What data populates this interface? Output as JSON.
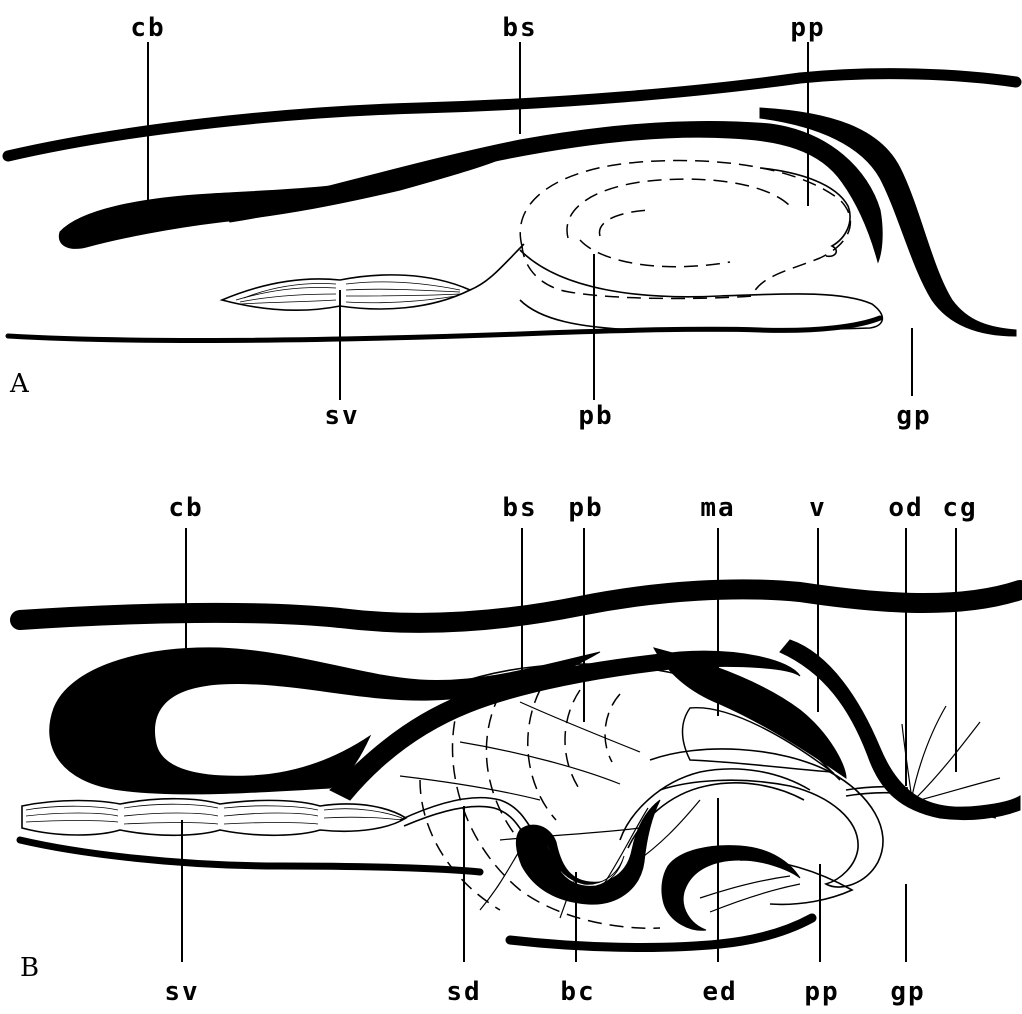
{
  "panels": [
    {
      "id": "A",
      "labels": {
        "cb": "cb",
        "bs": "bs",
        "pp": "pp",
        "sv": "sv",
        "pb": "pb",
        "gp": "gp"
      }
    },
    {
      "id": "B",
      "labels": {
        "cb": "cb",
        "bs": "bs",
        "pb": "pb",
        "ma": "ma",
        "v": "v",
        "od": "od",
        "cg": "cg",
        "sv": "sv",
        "sd": "sd",
        "bc": "bc",
        "ed": "ed",
        "pp": "pp",
        "gp": "gp"
      }
    }
  ]
}
